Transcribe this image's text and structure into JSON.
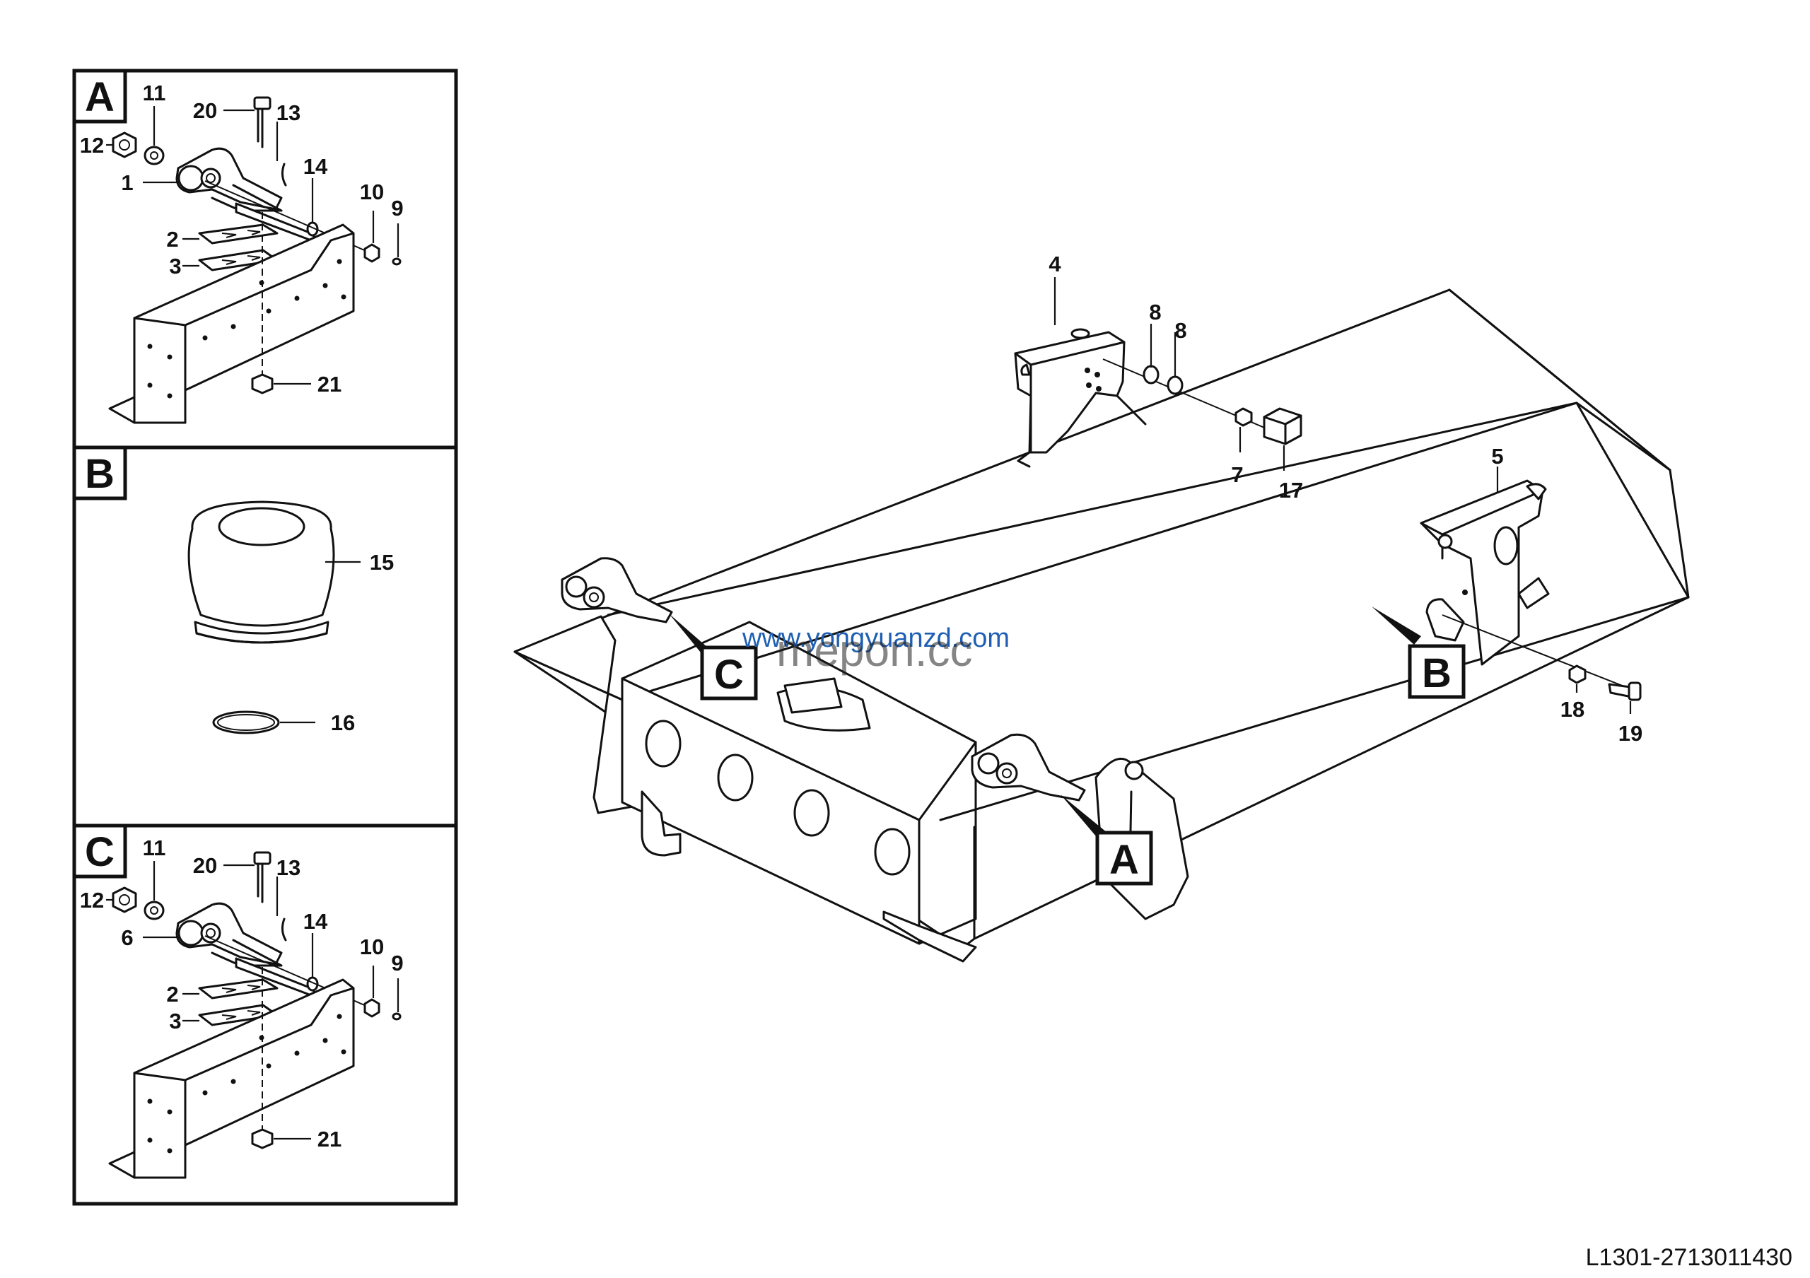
{
  "diagram": {
    "document_code": "L1301-2713011430",
    "watermarks": [
      "www.yongyuanzd.com",
      "mepon.cc"
    ],
    "detail_panels": [
      {
        "letter": "A",
        "parts": [
          {
            "label": "11"
          },
          {
            "label": "20"
          },
          {
            "label": "13"
          },
          {
            "label": "12"
          },
          {
            "label": "1"
          },
          {
            "label": "14"
          },
          {
            "label": "10"
          },
          {
            "label": "9"
          },
          {
            "label": "2"
          },
          {
            "label": "3"
          },
          {
            "label": "21"
          }
        ]
      },
      {
        "letter": "B",
        "parts": [
          {
            "label": "15"
          },
          {
            "label": "16"
          }
        ]
      },
      {
        "letter": "C",
        "parts": [
          {
            "label": "11"
          },
          {
            "label": "20"
          },
          {
            "label": "13"
          },
          {
            "label": "12"
          },
          {
            "label": "6"
          },
          {
            "label": "14"
          },
          {
            "label": "10"
          },
          {
            "label": "9"
          },
          {
            "label": "2"
          },
          {
            "label": "3"
          },
          {
            "label": "21"
          }
        ]
      }
    ],
    "main_parts": [
      {
        "label": "4"
      },
      {
        "label": "8"
      },
      {
        "label": "8"
      },
      {
        "label": "7"
      },
      {
        "label": "17"
      },
      {
        "label": "5"
      },
      {
        "label": "18"
      },
      {
        "label": "19"
      }
    ],
    "callouts": [
      {
        "letter": "C"
      },
      {
        "letter": "B"
      },
      {
        "letter": "A"
      }
    ]
  }
}
